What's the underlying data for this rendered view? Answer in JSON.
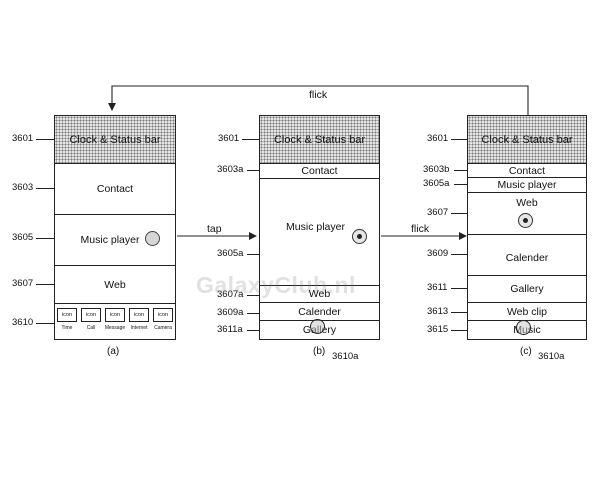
{
  "flow_labels": {
    "top_flick": "flick",
    "tap": "tap",
    "flick_right": "flick"
  },
  "watermark": "GalaxyClub.nl",
  "screen_a": {
    "caption": "(a)",
    "status_bar": "Clock & Status bar",
    "contact": "Contact",
    "music_player": "Music player",
    "web": "Web",
    "refs": {
      "status": "3601",
      "contact": "3603",
      "music": "3605",
      "web": "3607",
      "icons": "3610"
    },
    "icons": [
      {
        "glyph": "icon",
        "label": "Time"
      },
      {
        "glyph": "icon",
        "label": "Call"
      },
      {
        "glyph": "icon",
        "label": "Message"
      },
      {
        "glyph": "icon",
        "label": "Internet"
      },
      {
        "glyph": "icon",
        "label": "Camera"
      }
    ]
  },
  "screen_b": {
    "caption": "(b)",
    "status_bar": "Clock & Status bar",
    "contact": "Contact",
    "music_player": "Music player",
    "web": "Web",
    "calender": "Calender",
    "gallery": "Gallery",
    "touch_ref": "3610a",
    "refs": {
      "status": "3601",
      "contact": "3603a",
      "music": "3605a",
      "web": "3607a",
      "calender": "3609a",
      "gallery": "3611a"
    }
  },
  "screen_c": {
    "caption": "(c)",
    "status_bar": "Clock & Status bar",
    "contact": "Contact",
    "music_player": "Music player",
    "web": "Web",
    "calender": "Calender",
    "gallery": "Gallery",
    "web_clip": "Web clip",
    "music": "Music",
    "touch_ref": "3610a",
    "refs": {
      "status": "3601",
      "contact": "3603b",
      "music": "3605a",
      "web": "3607",
      "calender": "3609",
      "gallery": "3611",
      "web_clip": "3613",
      "music_ref": "3615"
    }
  }
}
